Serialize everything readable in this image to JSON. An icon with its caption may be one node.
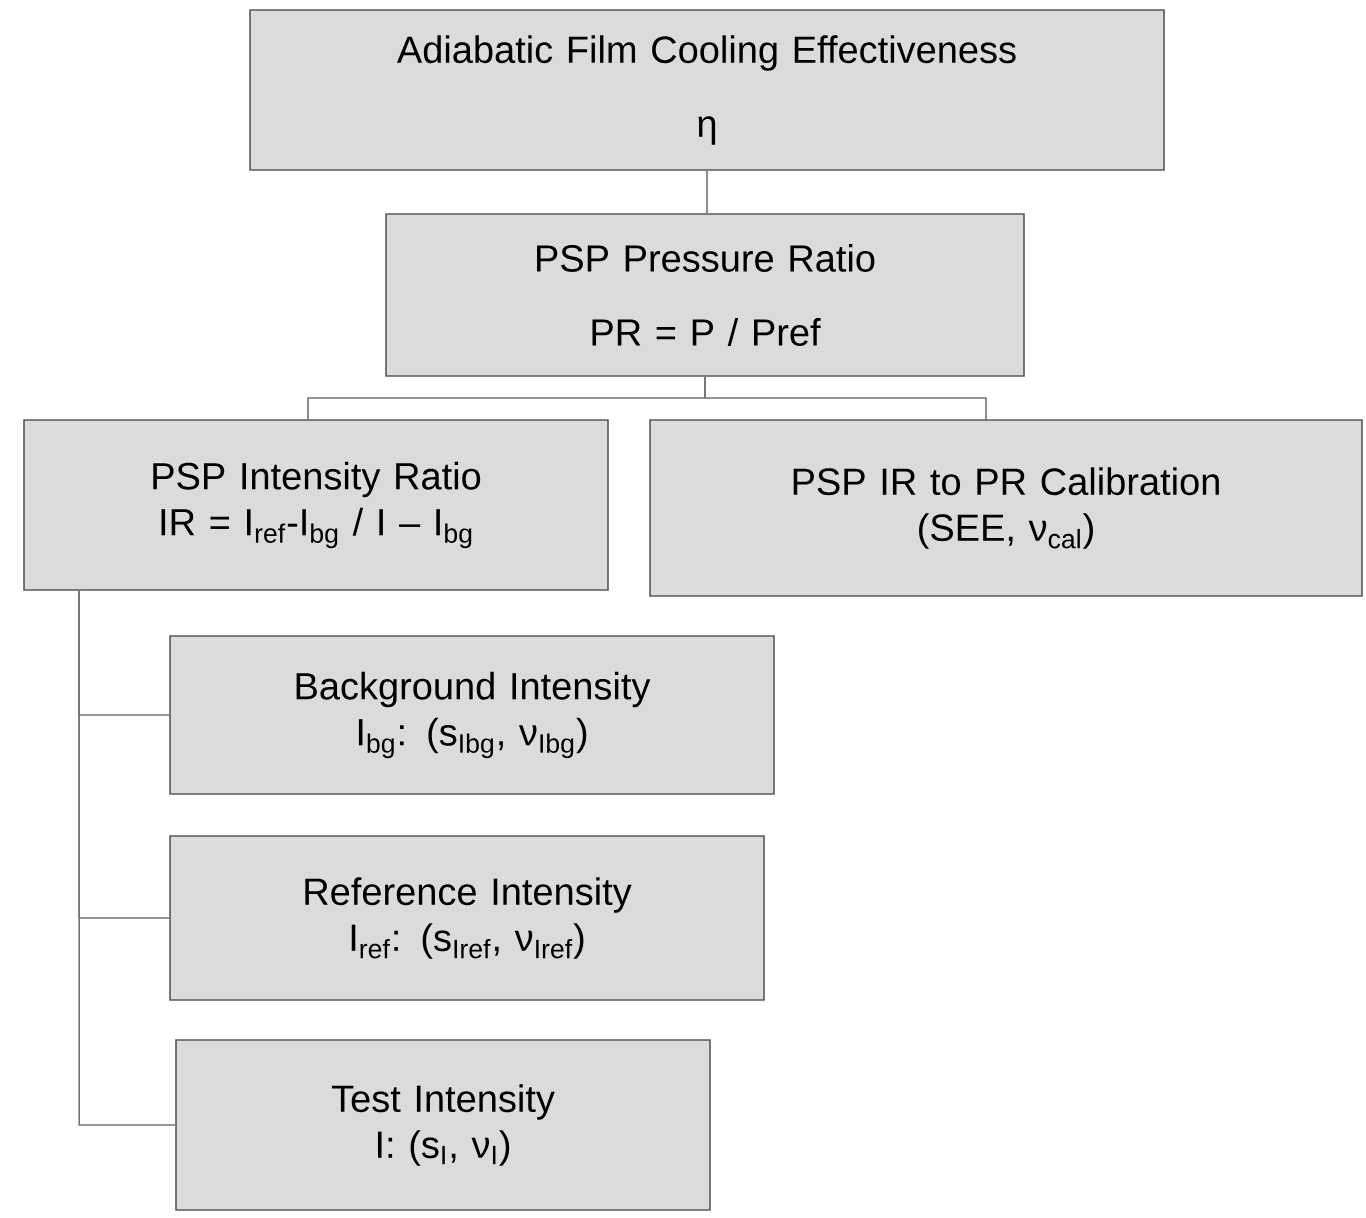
{
  "diagram": {
    "nodes": [
      {
        "text": [
          "Adiabatic Film Cooling Effectiveness",
          "η"
        ]
      },
      {
        "text": [
          "PSP Pressure Ratio",
          "PR = P / Pref"
        ]
      },
      {
        "text": [
          "PSP Intensity Ratio",
          "IR = I$_{ref}$-I$_{bg}$ / I – I$_{bg}$"
        ]
      },
      {
        "text": [
          "PSP IR to PR Calibration",
          "(SEE, ν$_{cal}$)"
        ]
      },
      {
        "text": [
          "Background Intensity",
          "I$_{bg}$: (s$_{Ibg}$, ν$_{Ibg}$)"
        ]
      },
      {
        "text": [
          "Reference Intensity",
          "I$_{ref}$: (s$_{Iref}$, ν$_{Iref}$)"
        ]
      },
      {
        "text": [
          "Test Intensity",
          "I: (s$_{I}$, ν$_{I}$)"
        ]
      }
    ],
    "edges": [
      {
        "from": 0,
        "to": 1,
        "arrow": "none"
      },
      {
        "from": 1,
        "to": 2,
        "arrow": "none"
      },
      {
        "from": 1,
        "to": 3,
        "arrow": "none"
      },
      {
        "from": 2,
        "to": 4,
        "arrow": "none"
      },
      {
        "from": 2,
        "to": 5,
        "arrow": "none"
      },
      {
        "from": 2,
        "to": 6,
        "arrow": "none"
      }
    ]
  }
}
